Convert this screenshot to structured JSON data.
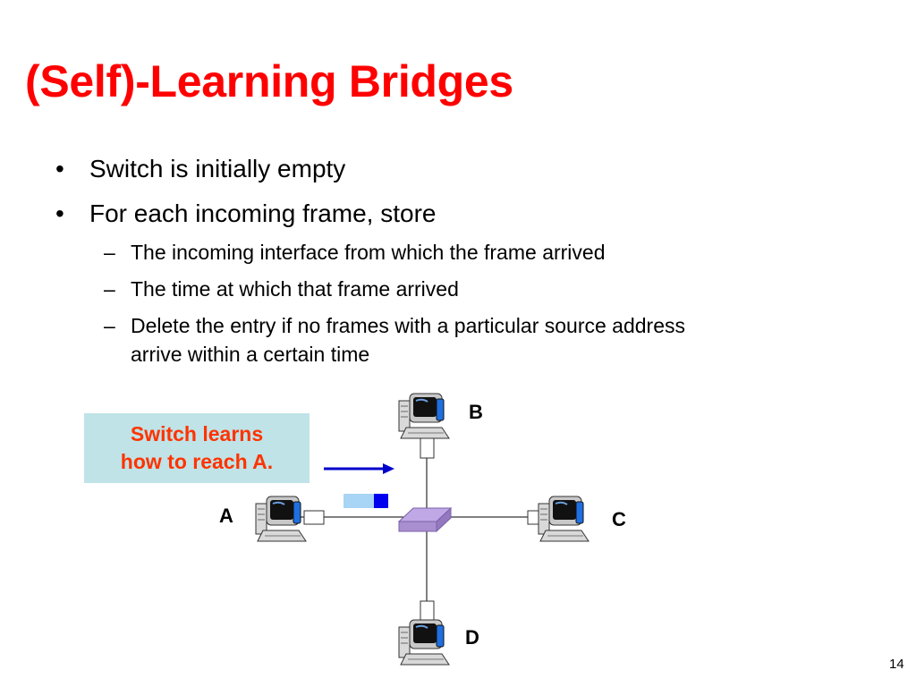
{
  "slide": {
    "title": "(Self)-Learning Bridges",
    "bullets": [
      {
        "marker": "•",
        "text": "Switch is initially empty"
      },
      {
        "marker": "•",
        "text": "For each incoming frame, store"
      }
    ],
    "subbullets": [
      {
        "marker": "–",
        "lines": [
          "The incoming interface from which the frame arrived"
        ]
      },
      {
        "marker": "–",
        "lines": [
          "The time at which that frame arrived"
        ]
      },
      {
        "marker": "–",
        "lines": [
          "Delete the entry if no frames with a particular source address",
          "arrive within a certain time"
        ]
      }
    ],
    "page_number": "14"
  },
  "diagram": {
    "callout": {
      "line1": "Switch learns",
      "line2": "how to reach A."
    },
    "nodes": {
      "a": "A",
      "b": "B",
      "c": "C",
      "d": "D"
    },
    "colors": {
      "title": "#ff0000",
      "callout_bg": "#bfe3e7",
      "callout_text": "#ff3300",
      "arrow": "#0000cc",
      "switch": "#a98fd0",
      "frame_light": "#a8d4f5",
      "frame_dark": "#0000ee"
    },
    "icons": [
      "computer-icon",
      "switch-icon",
      "frame-icon",
      "arrow-icon"
    ]
  }
}
